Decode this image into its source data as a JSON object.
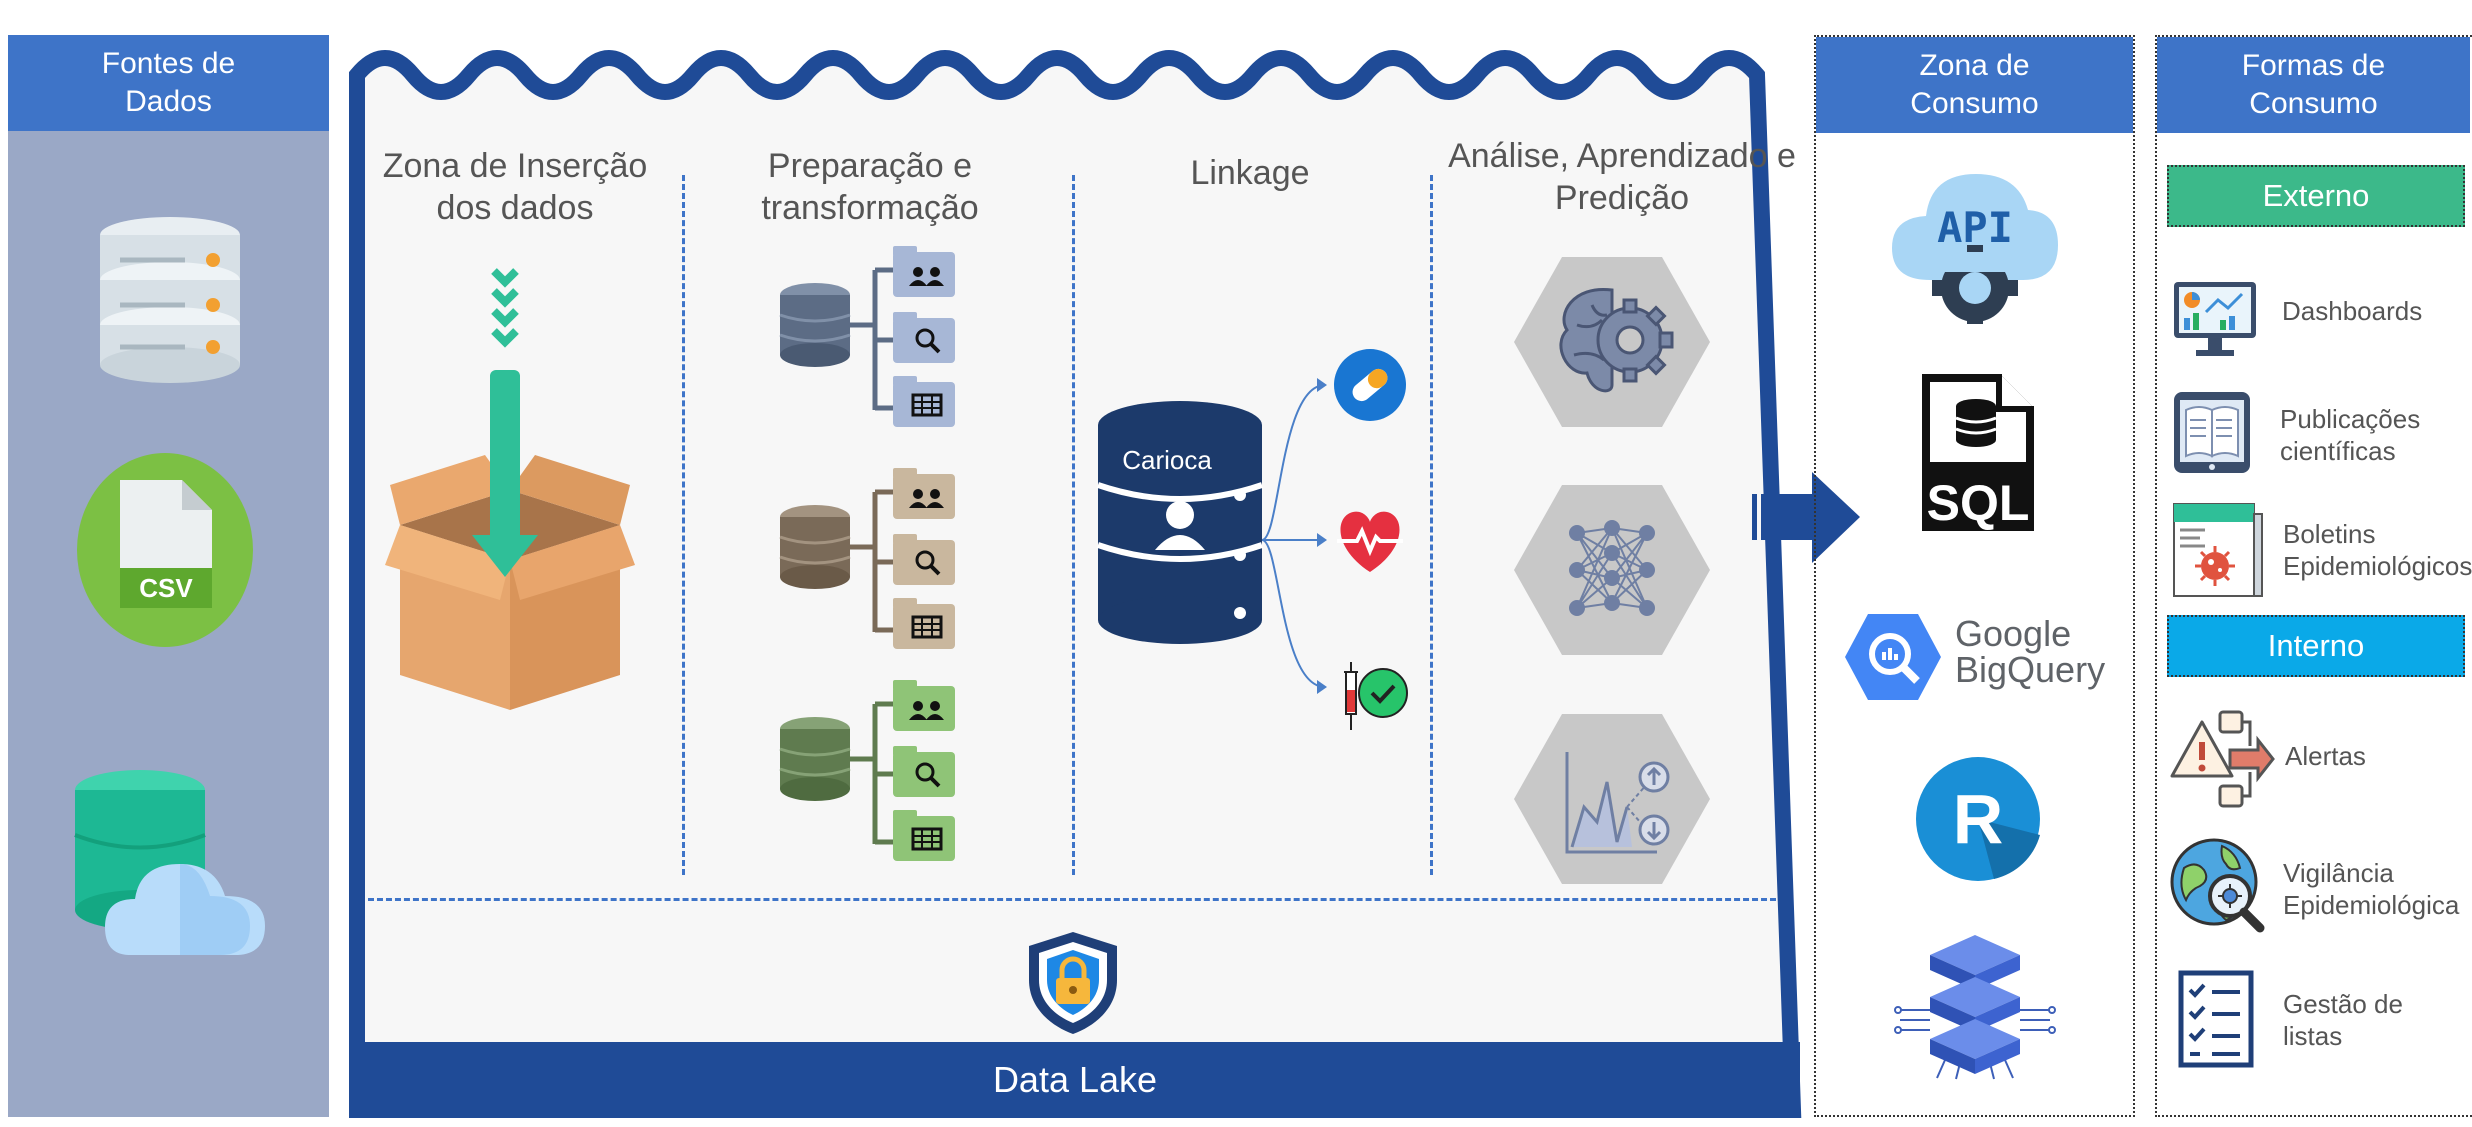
{
  "sources": {
    "title": "Fontes de Dados",
    "items": [
      {
        "name": "database-server"
      },
      {
        "name": "csv-file",
        "label": "CSV"
      },
      {
        "name": "cloud-database"
      }
    ]
  },
  "lake": {
    "title": "Data Lake",
    "zones": [
      {
        "title": "Zona de Inserção dos dados"
      },
      {
        "title": "Preparação e transformação"
      },
      {
        "title": "Linkage"
      },
      {
        "title": "Análise, Aprendizado e Predição"
      }
    ],
    "linkage_db_label": "Carioca"
  },
  "consumption": {
    "title": "Zona de Consumo",
    "items": [
      {
        "name": "api",
        "label": "API"
      },
      {
        "name": "sql",
        "label": "SQL"
      },
      {
        "name": "google-bigquery",
        "label_top": "Google",
        "label_bottom": "BigQuery"
      },
      {
        "name": "r-language",
        "label": "R"
      },
      {
        "name": "server-stack"
      }
    ]
  },
  "forms": {
    "title": "Formas de Consumo",
    "external": {
      "label": "Externo",
      "items": [
        {
          "label": "Dashboards"
        },
        {
          "label": "Publicações científicas"
        },
        {
          "label": "Boletins Epidemiológicos"
        }
      ]
    },
    "internal": {
      "label": "Interno",
      "items": [
        {
          "label": "Alertas"
        },
        {
          "label": "Vigilância Epidemiológica"
        },
        {
          "label": "Gestão de listas"
        }
      ]
    }
  },
  "colors": {
    "header_blue": "#3e74c8",
    "lake_navy": "#1f4b97",
    "sources_bg": "#9aa8c6",
    "externo_green": "#3cb98a",
    "interno_cyan": "#0aa9e8"
  }
}
